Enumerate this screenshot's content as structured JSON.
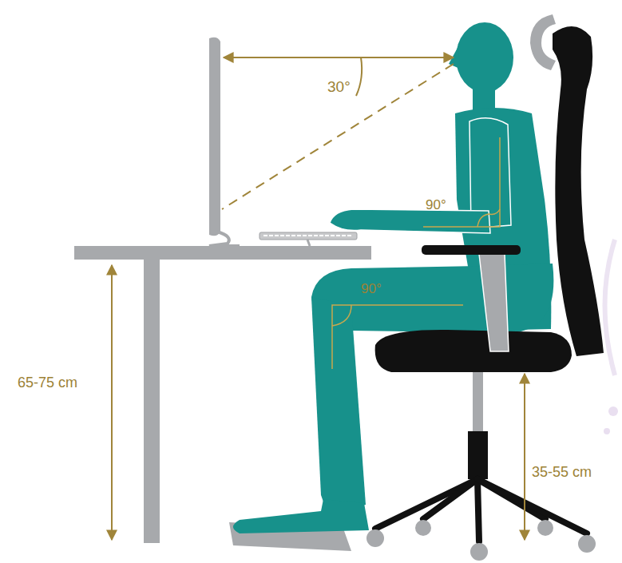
{
  "diagram": {
    "labels": [
      "30°",
      "90°",
      "90°",
      "65-75 cm",
      "35-55 cm"
    ]
  }
}
